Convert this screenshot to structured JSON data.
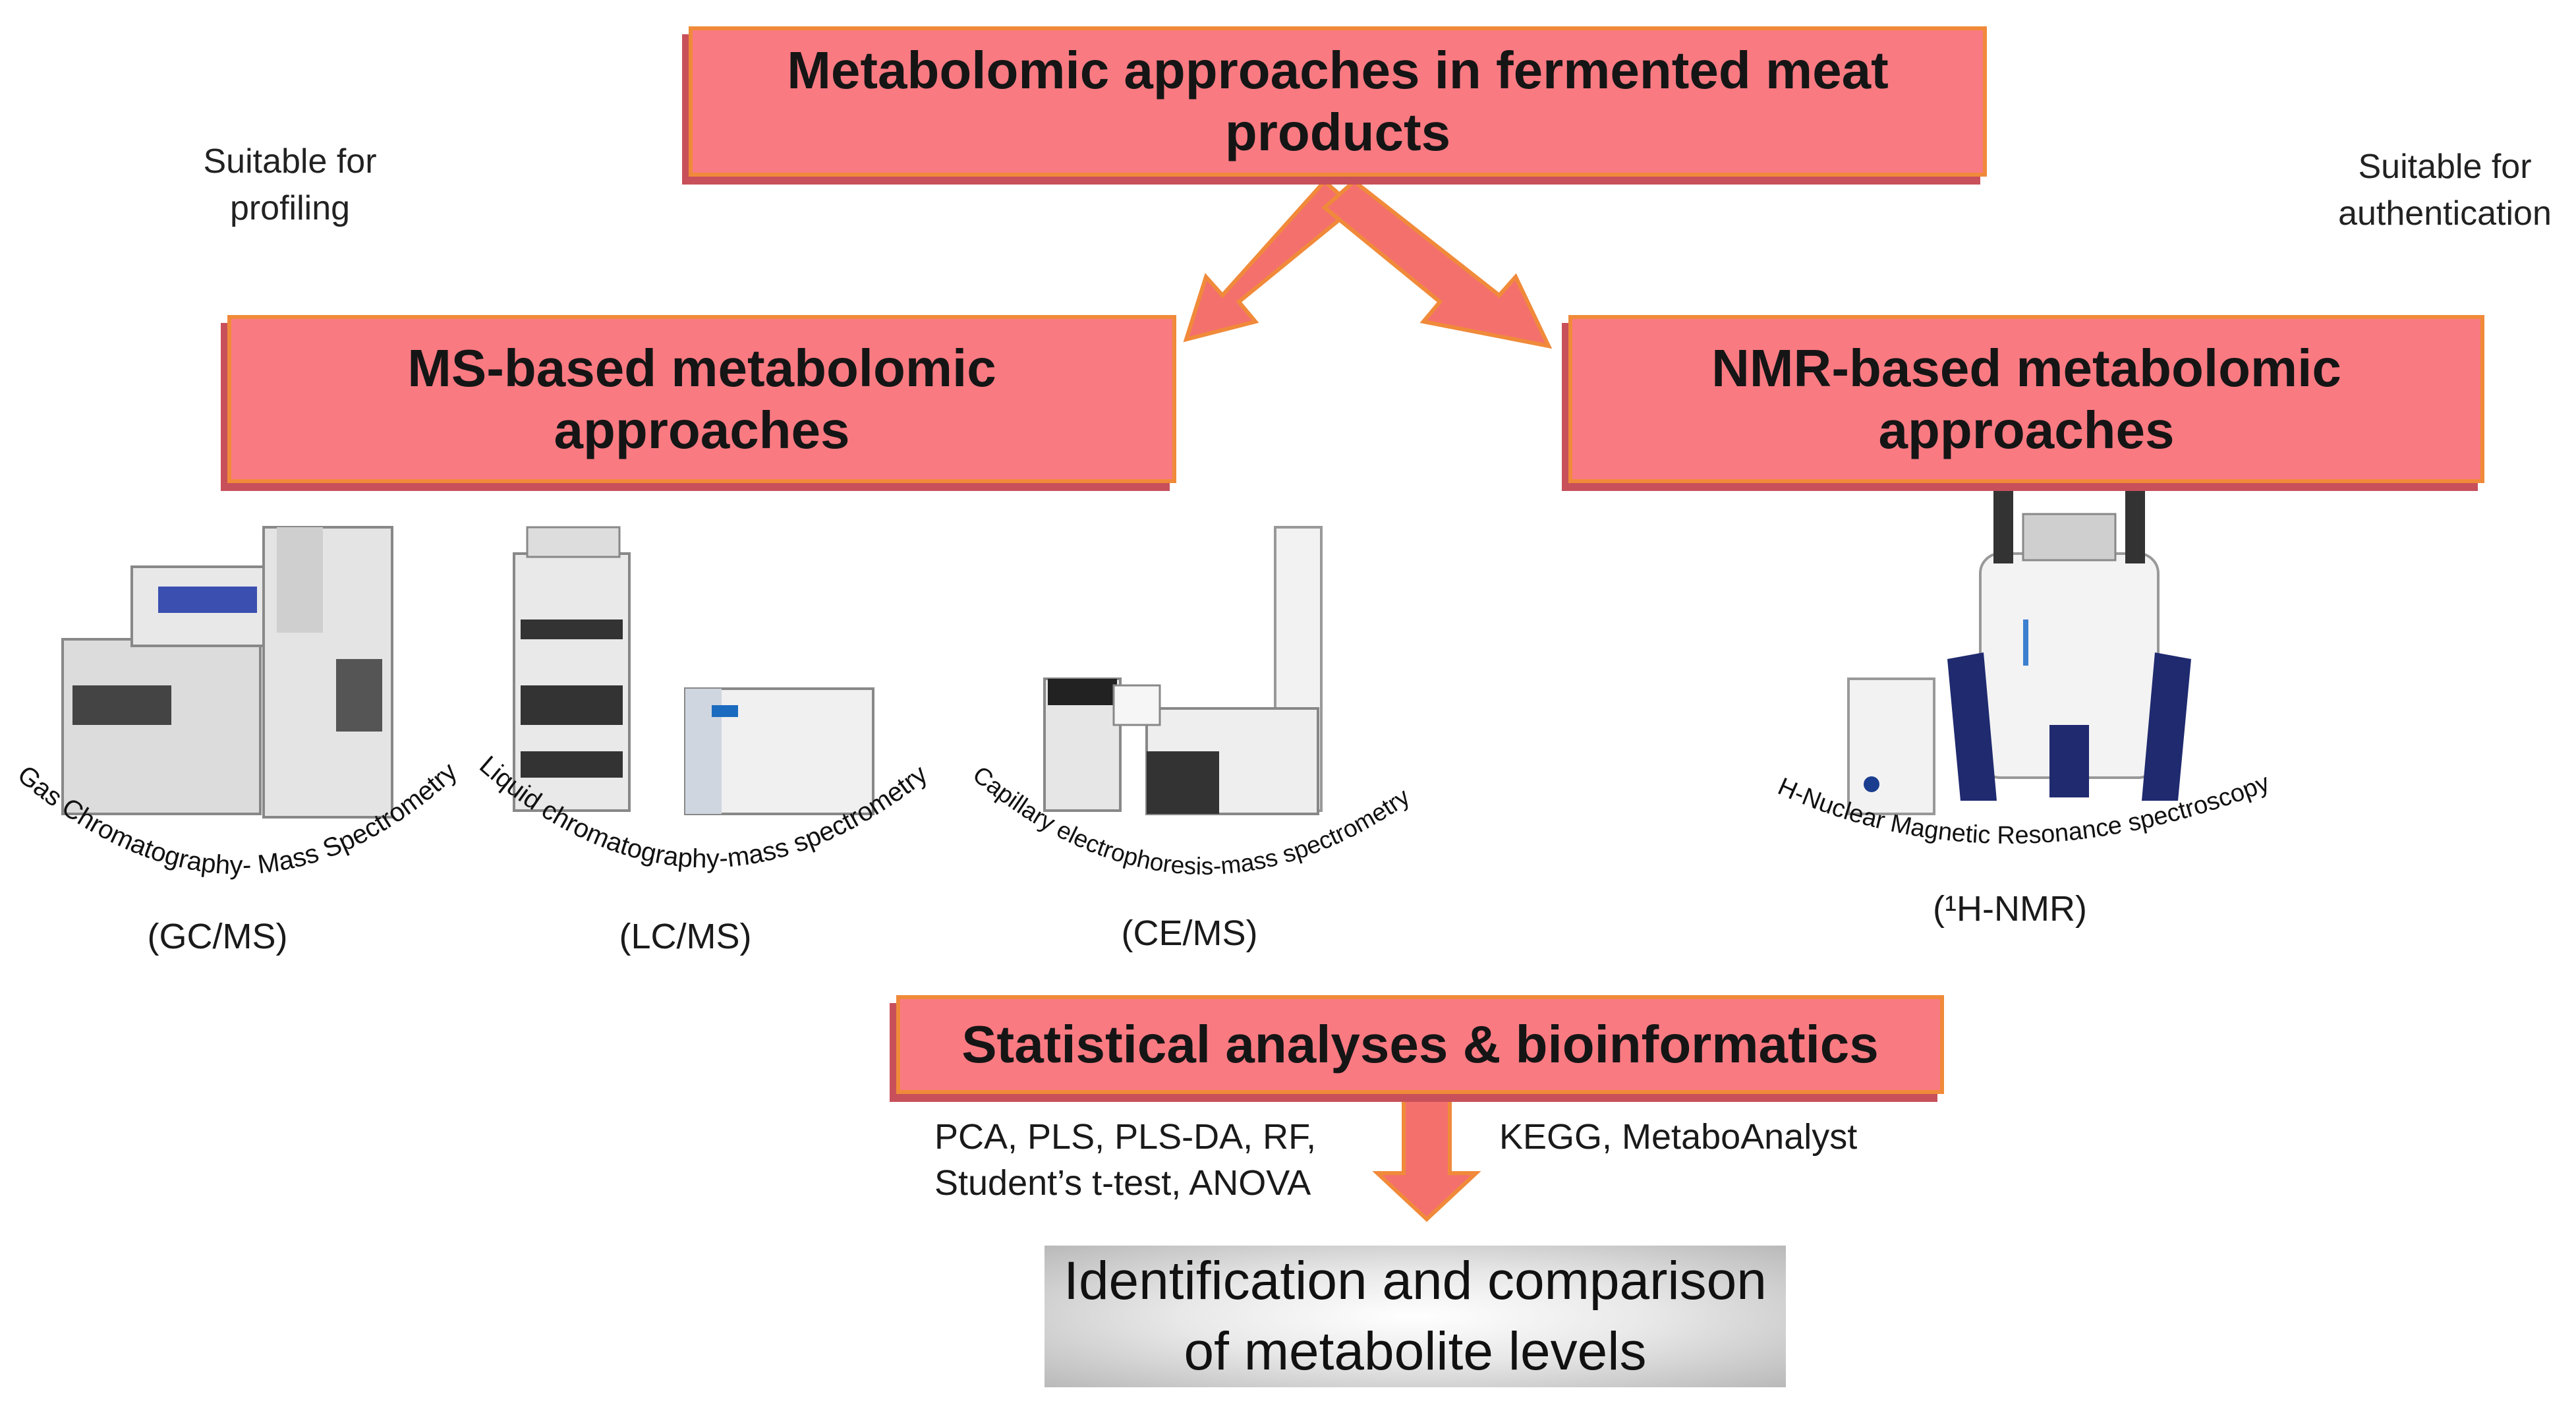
{
  "top_box": {
    "title": "Metabolomic approaches in fermented meat products"
  },
  "left_note": "Suitable for profiling",
  "right_note": "Suitable for authentication",
  "ms_box": {
    "title": "MS-based metabolomic approaches"
  },
  "nmr_box": {
    "title": "NMR-based metabolomic approaches"
  },
  "instruments": [
    {
      "curved_label": "Gas Chromatography- Mass Spectrometry",
      "abbr": "(GC/MS)"
    },
    {
      "curved_label": "Liquid chromatography-mass spectrometry",
      "abbr": "(LC/MS)"
    },
    {
      "curved_label": "Capillary electrophoresis-mass spectrometry",
      "abbr": "(CE/MS)"
    },
    {
      "curved_label": "¹H-Nuclear Magnetic Resonance spectroscopy",
      "abbr": "(¹H-NMR)"
    }
  ],
  "stats_box": {
    "title": "Statistical analyses & bioinformatics"
  },
  "stats_left": {
    "line1": "PCA, PLS, PLS-DA, RF,",
    "line2": "Student’s t-test, ANOVA"
  },
  "stats_right": "KEGG, MetaboAnalyst",
  "result": {
    "title": "Identification and comparison of metabolite levels"
  },
  "colors": {
    "box_fill": "#fa7a82",
    "box_border": "#f08a3a",
    "box_shadow": "#c8505a",
    "arrow_fill": "#f4706c"
  }
}
